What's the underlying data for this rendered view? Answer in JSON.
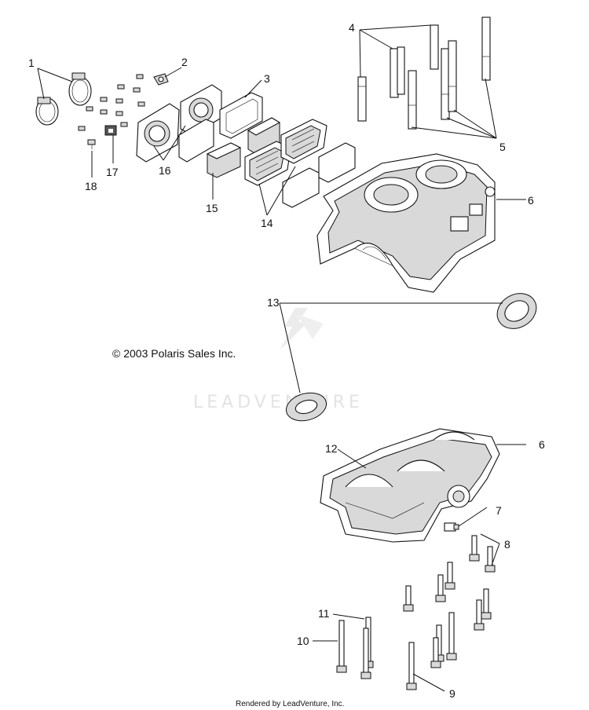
{
  "copyright": "© 2003 Polaris Sales Inc.",
  "watermark": "LEADVENTURE",
  "footer": "Rendered by LeadVenture, Inc.",
  "callouts": {
    "c1": "1",
    "c2": "2",
    "c3": "3",
    "c4": "4",
    "c5": "5",
    "c6a": "6",
    "c6b": "6",
    "c7": "7",
    "c8": "8",
    "c9": "9",
    "c10": "10",
    "c11": "11",
    "c12": "12",
    "c13": "13",
    "c14": "14",
    "c15": "15",
    "c16": "16",
    "c17": "17",
    "c18": "18"
  }
}
